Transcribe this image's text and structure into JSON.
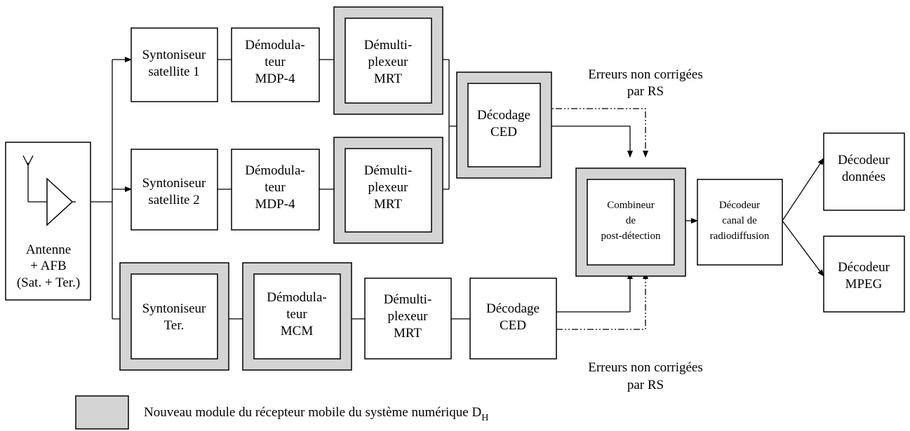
{
  "blocks": {
    "antenna": [
      "Antenne",
      "+ AFB",
      "(Sat. + Ter.)"
    ],
    "tuner_sat1": [
      "Syntoniseur",
      "satellite 1"
    ],
    "tuner_sat2": [
      "Syntoniseur",
      "satellite 2"
    ],
    "tuner_ter": [
      "Syntoniseur",
      "Ter."
    ],
    "demod_sat1": [
      "Démodula-",
      "teur",
      "MDP-4"
    ],
    "demod_sat2": [
      "Démodula-",
      "teur",
      "MDP-4"
    ],
    "demod_ter": [
      "Démodula-",
      "teur",
      "MCM"
    ],
    "demux_sat1": [
      "Démulti-",
      "plexeur",
      "MRT"
    ],
    "demux_sat2": [
      "Démulti-",
      "plexeur",
      "MRT"
    ],
    "demux_ter": [
      "Démulti-",
      "plexeur",
      "MRT"
    ],
    "fec_sat": [
      "Décodage",
      "CED"
    ],
    "fec_ter": [
      "Décodage",
      "CED"
    ],
    "combiner": [
      "Combineur",
      "de",
      "post-détection"
    ],
    "channel_decoder": [
      "Décodeur",
      "canal de",
      "radiodiffusion"
    ],
    "data_decoder": [
      "Décodeur",
      "données"
    ],
    "mpeg_decoder": [
      "Décodeur",
      "MPEG"
    ]
  },
  "annotations": {
    "errors_top": [
      "Erreurs non corrigées",
      "par RS"
    ],
    "errors_bottom": [
      "Erreurs non corrigées",
      "par RS"
    ]
  },
  "legend": {
    "text": "Nouveau module du récepteur mobile du système numérique D",
    "subscript": "H",
    "swatch_color": "#d4d4d4"
  }
}
